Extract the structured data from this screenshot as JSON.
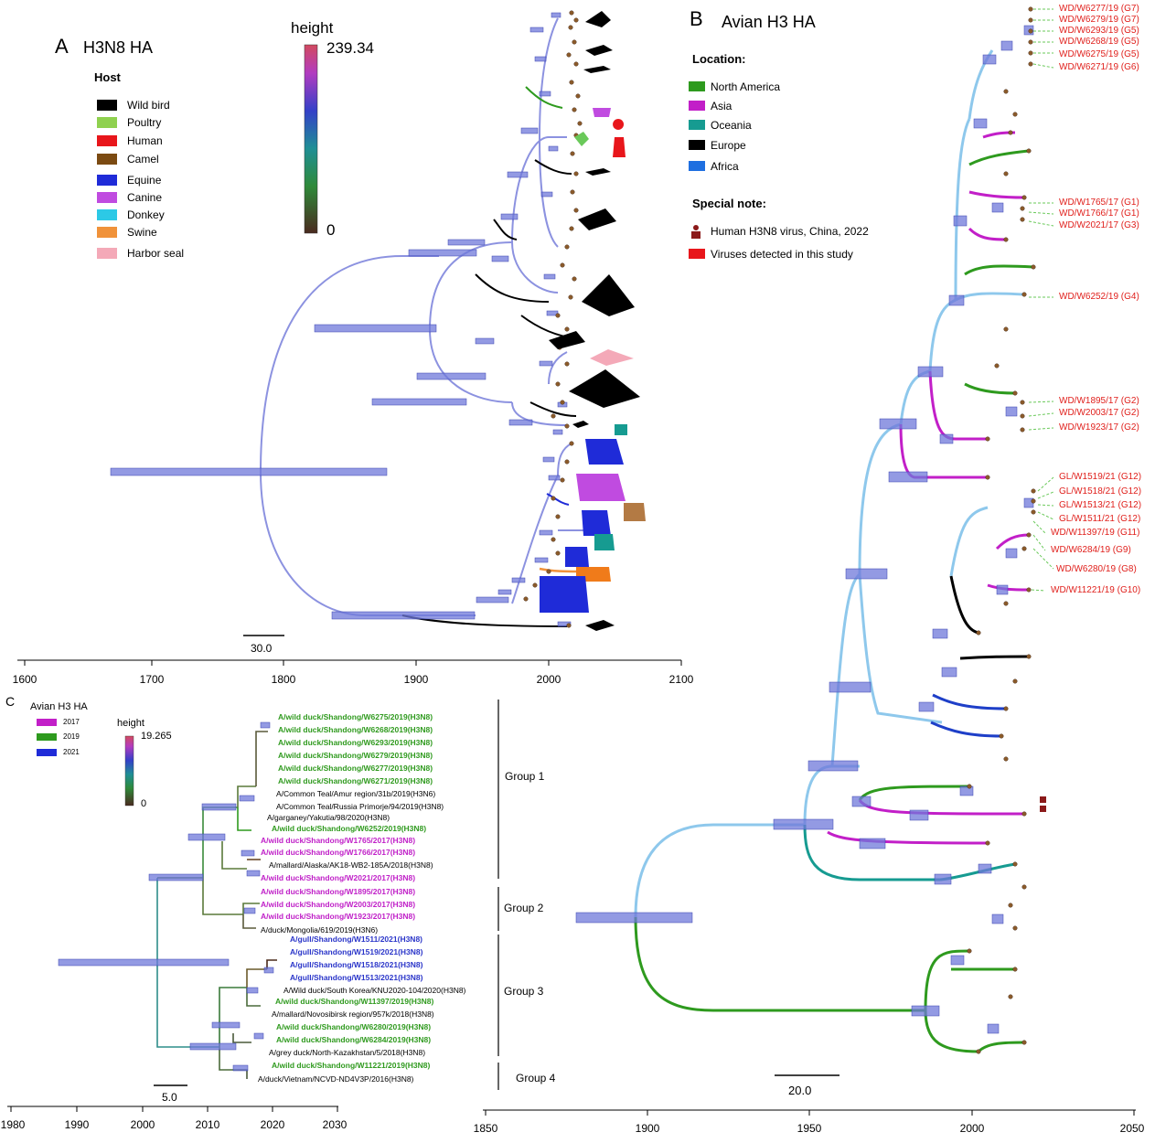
{
  "panelA": {
    "letter": "A",
    "title": "H3N8 HA",
    "host_heading": "Host",
    "hosts": [
      {
        "label": "Wild bird",
        "color": "#000000"
      },
      {
        "label": "Poultry",
        "color": "#8fd14f"
      },
      {
        "label": "Human",
        "color": "#e8161b"
      },
      {
        "label": "Camel",
        "color": "#7b4a12"
      },
      {
        "label": "Equine",
        "color": "#1f2bd8"
      },
      {
        "label": "Canine",
        "color": "#c04be0"
      },
      {
        "label": "Donkey",
        "color": "#2cc9e6"
      },
      {
        "label": "Swine",
        "color": "#f0923a"
      },
      {
        "label": "Harbor seal",
        "color": "#f4a9b8"
      }
    ],
    "colorbar": {
      "title": "height",
      "max": "239.34",
      "min": "0"
    },
    "scalebar": "30.0",
    "axis_ticks": [
      "1600",
      "1700",
      "1800",
      "1900",
      "2000",
      "2100"
    ]
  },
  "panelB": {
    "letter": "B",
    "title": "Avian H3 HA",
    "location_heading": "Location:",
    "locations": [
      {
        "label": "North America",
        "color": "#2e9a1e"
      },
      {
        "label": "Asia",
        "color": "#c21fc8"
      },
      {
        "label": "Oceania",
        "color": "#169b91"
      },
      {
        "label": "Europe",
        "color": "#000000"
      },
      {
        "label": "Africa",
        "color": "#1e6fe0"
      }
    ],
    "note_heading": "Special note:",
    "notes": [
      {
        "label": "Human H3N8 virus, China, 2022",
        "color": "#8b1a1a",
        "icon": "human-icon"
      },
      {
        "label": "Viruses detected in this study",
        "color": "#e8161b",
        "icon": "red-square"
      }
    ],
    "tips": [
      "WD/W6277/19 (G7)",
      "WD/W6279/19 (G7)",
      "WD/W6293/19 (G5)",
      "WD/W6268/19 (G5)",
      "WD/W6275/19 (G5)",
      "WD/W6271/19 (G6)",
      "WD/W1765/17 (G1)",
      "WD/W1766/17 (G1)",
      "WD/W2021/17 (G3)",
      "WD/W6252/19 (G4)",
      "WD/W1895/17 (G2)",
      "WD/W2003/17 (G2)",
      "WD/W1923/17 (G2)",
      "GL/W1519/21 (G12)",
      "GL/W1518/21 (G12)",
      "GL/W1513/21 (G12)",
      "GL/W1511/21 (G12)",
      "WD/W11397/19 (G11)",
      "WD/W6284/19 (G9)",
      "WD/W6280/19 (G8)",
      "WD/W11221/19 (G10)"
    ],
    "scalebar": "20.0",
    "axis_ticks": [
      "1850",
      "1900",
      "1950",
      "2000",
      "2050"
    ]
  },
  "panelC": {
    "letter": "C",
    "title": "Avian H3 HA",
    "years": [
      {
        "label": "2017",
        "color": "#c21fc8"
      },
      {
        "label": "2019",
        "color": "#2e9a1e"
      },
      {
        "label": "2021",
        "color": "#2a35c9"
      }
    ],
    "colorbar": {
      "title": "height",
      "max": "19.265",
      "min": "0"
    },
    "taxa": [
      {
        "name": "A/wild duck/Shandong/W6275/2019(H3N8)",
        "cls": "green"
      },
      {
        "name": "A/wild duck/Shandong/W6268/2019(H3N8)",
        "cls": "green"
      },
      {
        "name": "A/wild duck/Shandong/W6293/2019(H3N8)",
        "cls": "green"
      },
      {
        "name": "A/wild duck/Shandong/W6279/2019(H3N8)",
        "cls": "green"
      },
      {
        "name": "A/wild duck/Shandong/W6277/2019(H3N8)",
        "cls": "green"
      },
      {
        "name": "A/wild duck/Shandong/W6271/2019(H3N8)",
        "cls": "green"
      },
      {
        "name": "A/Common Teal/Amur region/31b/2019(H3N6)",
        "cls": ""
      },
      {
        "name": "A/Common Teal/Russia Primorje/94/2019(H3N8)",
        "cls": ""
      },
      {
        "name": "A/garganey/Yakutia/98/2020(H3N8)",
        "cls": ""
      },
      {
        "name": "A/wild duck/Shandong/W6252/2019(H3N8)",
        "cls": "green"
      },
      {
        "name": "A/wild duck/Shandong/W1765/2017(H3N8)",
        "cls": "mag"
      },
      {
        "name": "A/wild duck/Shandong/W1766/2017(H3N8)",
        "cls": "mag"
      },
      {
        "name": "A/mallard/Alaska/AK18-WB2-185A/2018(H3N8)",
        "cls": ""
      },
      {
        "name": "A/wild duck/Shandong/W2021/2017(H3N8)",
        "cls": "mag"
      },
      {
        "name": "A/wild duck/Shandong/W1895/2017(H3N8)",
        "cls": "mag"
      },
      {
        "name": "A/wild duck/Shandong/W2003/2017(H3N8)",
        "cls": "mag"
      },
      {
        "name": "A/wild duck/Shandong/W1923/2017(H3N8)",
        "cls": "mag"
      },
      {
        "name": "A/duck/Mongolia/619/2019(H3N6)",
        "cls": ""
      },
      {
        "name": "A/gull/Shandong/W1511/2021(H3N8)",
        "cls": "blue"
      },
      {
        "name": "A/gull/Shandong/W1519/2021(H3N8)",
        "cls": "blue"
      },
      {
        "name": "A/gull/Shandong/W1518/2021(H3N8)",
        "cls": "blue"
      },
      {
        "name": "A/gull/Shandong/W1513/2021(H3N8)",
        "cls": "blue"
      },
      {
        "name": "A/Wild duck/South Korea/KNU2020-104/2020(H3N8)",
        "cls": ""
      },
      {
        "name": "A/wild duck/Shandong/W11397/2019(H3N8)",
        "cls": "green"
      },
      {
        "name": "A/mallard/Novosibirsk region/957k/2018(H3N8)",
        "cls": ""
      },
      {
        "name": "A/wild duck/Shandong/W6280/2019(H3N8)",
        "cls": "green"
      },
      {
        "name": "A/wild duck/Shandong/W6284/2019(H3N8)",
        "cls": "green"
      },
      {
        "name": "A/grey duck/North-Kazakhstan/5/2018(H3N8)",
        "cls": ""
      },
      {
        "name": "A/wild duck/Shandong/W11221/2019(H3N8)",
        "cls": "green"
      },
      {
        "name": "A/duck/Vietnam/NCVD-ND4V3P/2016(H3N8)",
        "cls": ""
      }
    ],
    "groups": [
      "Group 1",
      "Group 2",
      "Group 3",
      "Group 4"
    ],
    "scalebar": "5.0",
    "axis_ticks": [
      "1980",
      "1990",
      "2000",
      "2010",
      "2020",
      "2030"
    ]
  },
  "colors": {
    "hpd_bar": "#6f78d9",
    "branch_A": "#8c92e0",
    "africa": "#8ec8ec",
    "asia": "#c21fc8",
    "north_america": "#2e9a1e",
    "europe": "#000000",
    "oceania": "#169b91",
    "tip_green": "#6ac95a",
    "tip_red": "#e8161b"
  }
}
